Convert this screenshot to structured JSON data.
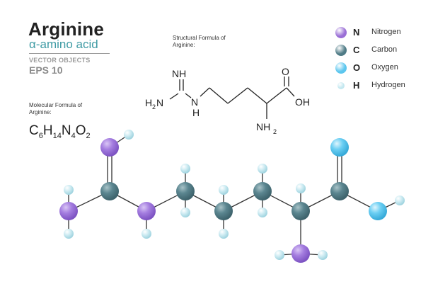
{
  "header": {
    "title": "Arginine",
    "subtitle": "α-amino acid",
    "vector_label": "VECTOR OBJECTS",
    "eps_label": "EPS 10"
  },
  "structural": {
    "caption_line1": "Structural  Formula of",
    "caption_line2": "Arginine:",
    "labels": {
      "imine": "NH",
      "amine_h2": "H",
      "amine_sub": "2",
      "amine_n": "N",
      "nh_chain": "N",
      "nh_h": "H",
      "carbonyl_o": "O",
      "oh": "OH",
      "alpha_nh": "NH",
      "alpha_sub": "2"
    }
  },
  "molecular": {
    "caption_line1": "Molecular Formula of",
    "caption_line2": "Arginine:",
    "f_c": "C",
    "f_c_n": "6",
    "f_h": "H",
    "f_h_n": "14",
    "f_n": "N",
    "f_n_n": "4",
    "f_o": "O",
    "f_o_n": "2"
  },
  "legend": [
    {
      "symbol": "N",
      "name": "Nitrogen",
      "color": "#9a6fd6"
    },
    {
      "symbol": "C",
      "name": "Carbon",
      "color": "#4f7b86"
    },
    {
      "symbol": "O",
      "name": "Oxygen",
      "color": "#5cc6ee"
    },
    {
      "symbol": "H",
      "name": "Hydrogen",
      "color": "#c4e8f0"
    }
  ],
  "colors": {
    "nitrogen": "#9a6fd6",
    "carbon": "#4f7b86",
    "oxygen": "#5cc6ee",
    "hydrogen": "#c4e8f0",
    "accent": "#3f9ba4"
  }
}
